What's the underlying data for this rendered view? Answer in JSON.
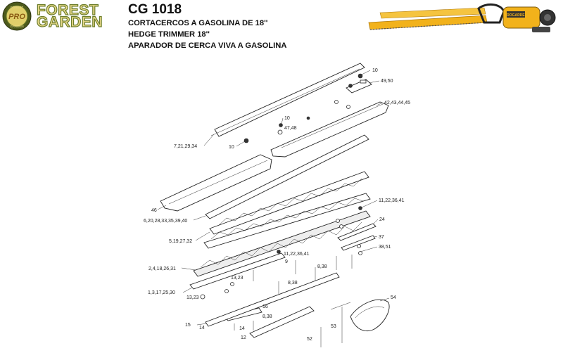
{
  "brand": {
    "word1": "FOREST",
    "word2": "GARDEN",
    "badge": "PRO",
    "ring_top": "FOREST",
    "ring_bottom": "GARDEN"
  },
  "header": {
    "model": "CG 1018",
    "line1": "CORTACERCOS A GASOLINA DE 18''",
    "line2": "HEDGE TRIMMER 18''",
    "line3": "APARADOR DE CERCA VIVA A GASOLINA"
  },
  "product_photo": {
    "label": "PROGARDEN"
  },
  "callouts": {
    "c10a": "10",
    "c4950": "49,50",
    "c42": "42,43,44,45",
    "c10b": "10",
    "c4748": "47,48",
    "c7": "7,21,29,34",
    "c10c": "10",
    "c46": "46",
    "c6": "6,20,28,33,35,39,40",
    "c11a": "11,22,36,41",
    "c24": "24",
    "c5": "5,19,27,32",
    "c37": "37",
    "c3851": "38,51",
    "c11b": "11,22,36,41",
    "c9": "9",
    "c838a": "8,38",
    "c2": "2,4,18,26,31",
    "c1323a": "13,23",
    "c838b": "8,38",
    "c1": "1,3,17,25,30",
    "c1323b": "13,23",
    "c54": "54",
    "c16": "16",
    "c838c": "8,38",
    "c15": "15",
    "c14a": "14",
    "c14b": "14",
    "c53": "53",
    "c12": "12",
    "c52": "52"
  },
  "colors": {
    "brand_fill": "#e9d98a",
    "brand_stroke": "#6b7d2a",
    "seal_outer": "#4d5a1c",
    "seal_inner": "#c9b23a",
    "blade_yellow": "#f2b21b"
  }
}
